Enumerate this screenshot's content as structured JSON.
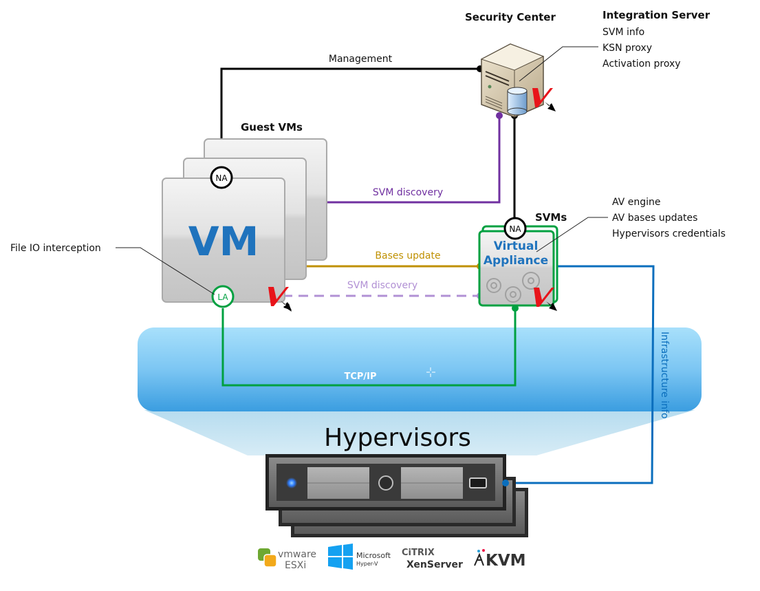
{
  "titles": {
    "security_center": "Security Center",
    "integration_server": "Integration Server",
    "guest_vms": "Guest VMs",
    "svms": "SVMs",
    "hypervisors": "Hypervisors"
  },
  "integration_server_items": [
    "SVM info",
    "KSN proxy",
    "Activation proxy"
  ],
  "svm_items": [
    "AV engine",
    "AV bases updates",
    "Hypervisors credentials"
  ],
  "connections": {
    "management": "Management",
    "svm_discovery_top": "SVM discovery",
    "bases_update": "Bases update",
    "svm_discovery_dashed": "SVM discovery",
    "tcp_ip": "TCP/IP",
    "infrastructure_info": "Infrastructure info"
  },
  "callouts": {
    "file_io": "File IO interception"
  },
  "vm_box": {
    "label": "VM"
  },
  "virtual_appliance": {
    "line1": "Virtual",
    "line2": "Appliance"
  },
  "agents": {
    "network_agent": "NA",
    "light_agent": "LA"
  },
  "logos": {
    "vmware_brand": "vmware",
    "vmware_product": "ESXi",
    "microsoft_brand": "Microsoft",
    "microsoft_product": "Hyper-V",
    "citrix_brand": "CiTRIX",
    "citrix_product": "XenServer",
    "kvm": "KVM"
  },
  "colors": {
    "management_line": "#000000",
    "svm_discovery": "#7030a0",
    "svm_discovery_dashed": "#b190d4",
    "bases_update": "#bf9000",
    "tcp_ip": "#00a040",
    "infrastructure": "#0a6ebd",
    "vm_blue": "#1f73bd",
    "kaspersky_red": "#e8141a"
  }
}
